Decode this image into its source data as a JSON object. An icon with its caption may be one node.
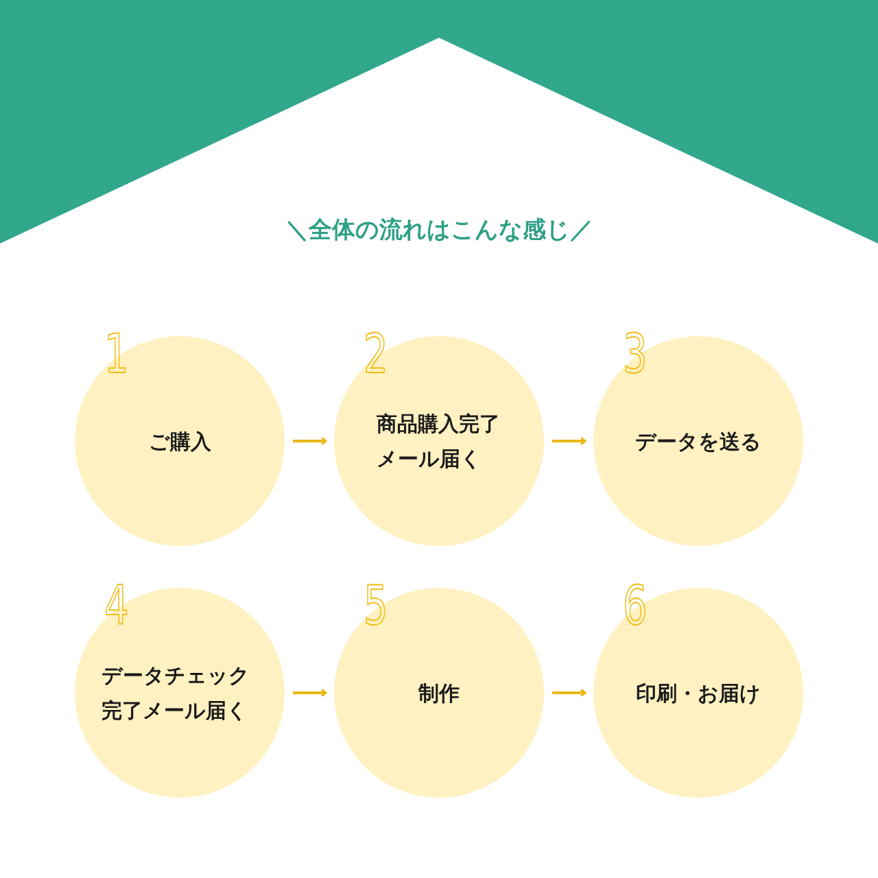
{
  "diagram": {
    "title": "＼全体の流れはこんな感じ／",
    "nodes": [
      {
        "text": [
          "1",
          "ご購入"
        ]
      },
      {
        "text": [
          "2",
          "商品購入完了メール届く"
        ]
      },
      {
        "text": [
          "3",
          "データを送る"
        ]
      },
      {
        "text": [
          "4",
          "データチェック完了メール届く"
        ]
      },
      {
        "text": [
          "5",
          "制作"
        ]
      },
      {
        "text": [
          "6",
          "印刷・お届け"
        ]
      }
    ],
    "edges": [
      {
        "from": 0,
        "to": 1,
        "arrow": "to"
      },
      {
        "from": 1,
        "to": 2,
        "arrow": "to"
      },
      {
        "from": 3,
        "to": 4,
        "arrow": "to"
      },
      {
        "from": 4,
        "to": 5,
        "arrow": "to"
      }
    ]
  }
}
